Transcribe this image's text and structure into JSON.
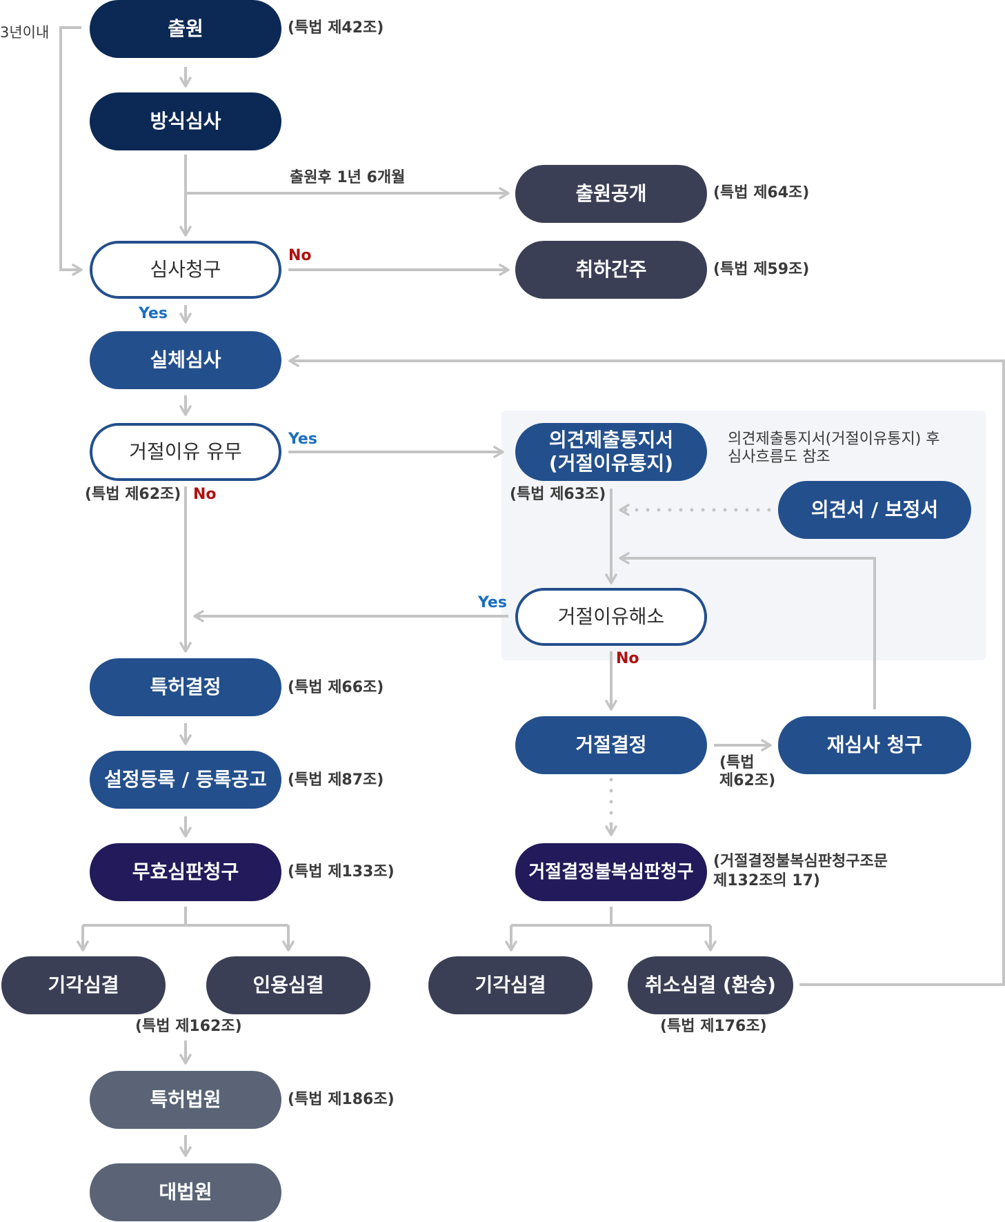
{
  "nodes": {
    "filing": "출원",
    "formality_exam": "방식심사",
    "publication": "출원공개",
    "exam_request": "심사청구",
    "deemed_withdrawn": "취하간주",
    "substantive_exam": "실체심사",
    "rejection_reason_check": "거절이유 유무",
    "opinion_notice_line1": "의견제출통지서",
    "opinion_notice_line2": "(거절이유통지)",
    "opinion_amendment": "의견서 / 보정서",
    "reason_resolved": "거절이유해소",
    "patent_decision": "특허결정",
    "registration": "설정등록 / 등록공고",
    "invalidation_trial": "무효심판청구",
    "dismissal_left": "기각심결",
    "acceptance": "인용심결",
    "patent_court": "특허법원",
    "supreme_court": "대법원",
    "rejection_decision": "거절결정",
    "reexam_request": "재심사 청구",
    "rejection_appeal": "거절결정불복심판청구",
    "dismissal_right": "기각심결",
    "revocation": "취소심결 (환송)"
  },
  "labels": {
    "three_years": "3년이내",
    "law_42": "(특법 제42조)",
    "after_18_months": "출원후 1년 6개월",
    "law_64": "(특법 제64조)",
    "law_59": "(특법 제59조)",
    "law_62_left": "(특법 제62조)",
    "law_63": "(특법 제63조)",
    "note_line1": "의견제출통지서(거절이유통지) 후",
    "note_line2": "심사흐름도 참조",
    "law_66": "(특법 제66조)",
    "law_87": "(특법 제87조)",
    "law_133": "(특법 제133조)",
    "law_162": "(특법 제162조)",
    "law_186": "(특법 제186조)",
    "law_62_reexam_line1": "(특법",
    "law_62_reexam_line2": "제62조)",
    "appeal_law_line1": "(거절결정불복심판청구조문",
    "appeal_law_line2": "제132조의 17)",
    "law_176": "(특법 제176조)",
    "yes_exam": "Yes",
    "no_exam": "No",
    "yes_reason": "Yes",
    "no_reason": "No",
    "yes_resolved": "Yes",
    "no_resolved": "No"
  },
  "colors": {
    "navy": "#0b2954",
    "blue": "#234f8c",
    "slate": "#3a3f55",
    "purple": "#231a5b",
    "gray": "#5a6476",
    "connector": "#c4c4c4",
    "yes": "#1a6fc0",
    "no": "#b01010"
  }
}
